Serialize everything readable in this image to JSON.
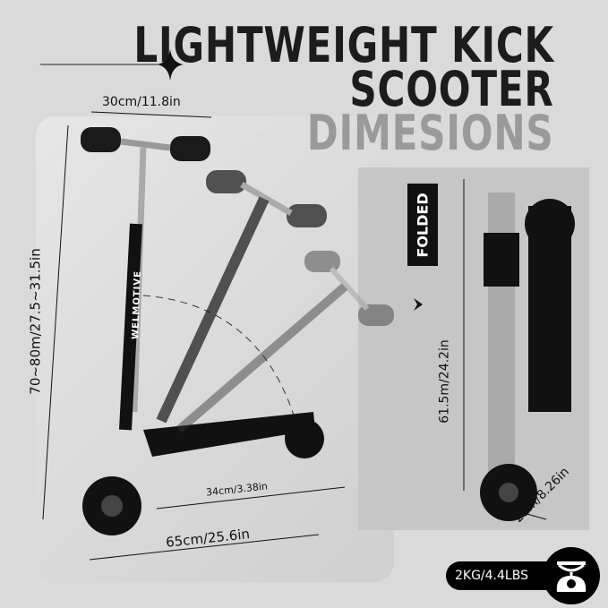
{
  "title": {
    "line1": "LIGHTWEIGHT KICK",
    "line2": "SCOOTER",
    "line3": "DIMESIONS"
  },
  "dimensions": {
    "handlebar_width": "30cm/11.8in",
    "height": "70~80m/27.5~31.5in",
    "deck_length": "34cm/3.38in",
    "total_length": "65cm/25.6in",
    "folded_label": "FOLDED",
    "folded_height": "61.5m/24.2in",
    "folded_width": "21m/8.26in"
  },
  "weight": {
    "label": "2KG/4.4LBS",
    "icon": "scale-icon"
  },
  "brand": "WELMOTIVE",
  "colors": {
    "background": "#dadada",
    "panel": "#c6c6c6",
    "title_dark": "#1c1c1c",
    "title_light": "#9a9a9a"
  }
}
